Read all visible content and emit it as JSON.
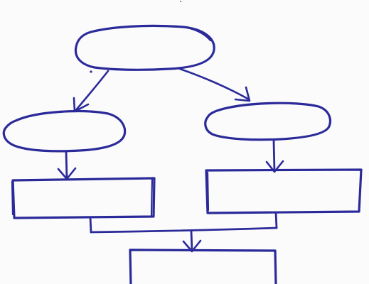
{
  "diagram": {
    "style": "hand-drawn flowchart, blue ink on white paper, no text",
    "ink_color": "#2b2a9a",
    "paper_color": "#fbfbfb",
    "nodes": [
      {
        "id": "top-ellipse",
        "shape": "ellipse",
        "label": ""
      },
      {
        "id": "left-ellipse",
        "shape": "ellipse",
        "label": ""
      },
      {
        "id": "right-ellipse",
        "shape": "ellipse",
        "label": ""
      },
      {
        "id": "left-rectangle",
        "shape": "rectangle",
        "label": ""
      },
      {
        "id": "right-rectangle",
        "shape": "rectangle",
        "label": ""
      },
      {
        "id": "bottom-rectangle",
        "shape": "rectangle",
        "label": ""
      }
    ],
    "edges": [
      {
        "from": "top-ellipse",
        "to": "left-ellipse",
        "arrow": true
      },
      {
        "from": "top-ellipse",
        "to": "right-ellipse",
        "arrow": true
      },
      {
        "from": "left-ellipse",
        "to": "left-rectangle",
        "arrow": true
      },
      {
        "from": "right-ellipse",
        "to": "right-rectangle",
        "arrow": true
      },
      {
        "from": "left-rectangle",
        "to": "bottom-rectangle",
        "arrow": true,
        "merge": true
      },
      {
        "from": "right-rectangle",
        "to": "bottom-rectangle",
        "arrow": true,
        "merge": true
      }
    ]
  }
}
